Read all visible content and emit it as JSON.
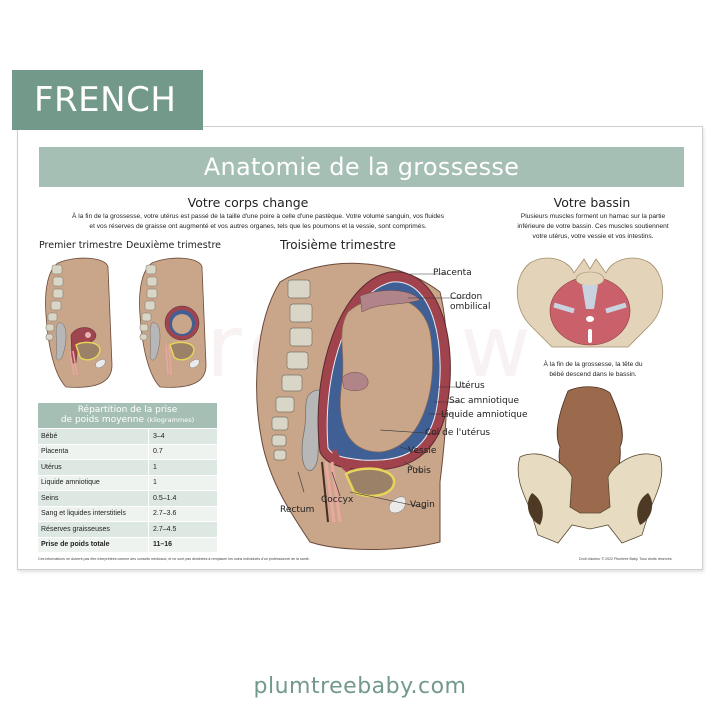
{
  "language_tag": "FRENCH",
  "poster": {
    "title": "Anatomie de la grossesse",
    "body_section": {
      "heading": "Votre corps change",
      "text_line1": "À la fin de la grossesse, votre utérus est passé de la taille d'une poire à celle d'une pastèque. Votre volume sanguin, vos fluides",
      "text_line2": "et vos réserves de graisse ont augmenté et vos autres organes, tels que les poumons et la vessie, sont comprimés.",
      "trimesters": {
        "first": "Premier trimestre",
        "second": "Deuxième trimestre",
        "third": "Troisième trimestre"
      }
    },
    "third_trimester_labels": {
      "placenta": "Placenta",
      "cord_line1": "Cordon",
      "cord_line2": "ombilical",
      "uterus": "Utérus",
      "amniotic_sac": "Sac amniotique",
      "amniotic_fluid": "Liquide amniotique",
      "cervix": "Col de l'utérus",
      "bladder": "Vessie",
      "pubis": "Pubis",
      "vagina": "Vagin",
      "coccyx": "Coccyx",
      "rectum": "Rectum"
    },
    "pelvis_section": {
      "heading": "Votre bassin",
      "text_line1": "Plusieurs muscles forment un hamac sur la partie",
      "text_line2": "inférieure de votre bassin. Ces muscles soutiennent",
      "text_line3": "votre utérus, votre vessie et vos intestins.",
      "caption_line1": "À la fin de la grossesse, la tête du",
      "caption_line2": "bébé descend dans le bassin."
    },
    "weight_table": {
      "title_line1": "Répartition de la prise",
      "title_line2": "de poids moyenne",
      "unit": "(kilogrammes)",
      "rows": [
        {
          "label": "Bébé",
          "value": "3–4"
        },
        {
          "label": "Placenta",
          "value": "0.7"
        },
        {
          "label": "Utérus",
          "value": "1"
        },
        {
          "label": "Liquide amniotique",
          "value": "1"
        },
        {
          "label": "Seins",
          "value": "0.5–1.4"
        },
        {
          "label": "Sang et liquides interstitiels",
          "value": "2.7–3.6"
        },
        {
          "label": "Réserves graisseuses",
          "value": "2.7–4.5"
        },
        {
          "label": "Prise de poids totale",
          "value": "11–16"
        }
      ]
    },
    "disclaimer": "Ces informations ne doivent pas être interprétées comme des conseils médicaux, et ne sont pas destinées à remplacer les soins individuels d'un professionnel de la santé.",
    "copyright": "Droit d'auteur © 2022 Plumtree Baby. Tous droits réservés.",
    "watermark": "Preview"
  },
  "website": "plumtreebaby.com",
  "colors": {
    "brand_green": "#73998a",
    "title_bar": "#a6bfb5",
    "table_row_dark": "#dde8e3",
    "table_row_light": "#eef3f0",
    "skin": "#c9a58a",
    "uterus": "#a1434c",
    "amniotic_fluid": "#3f5f95"
  }
}
